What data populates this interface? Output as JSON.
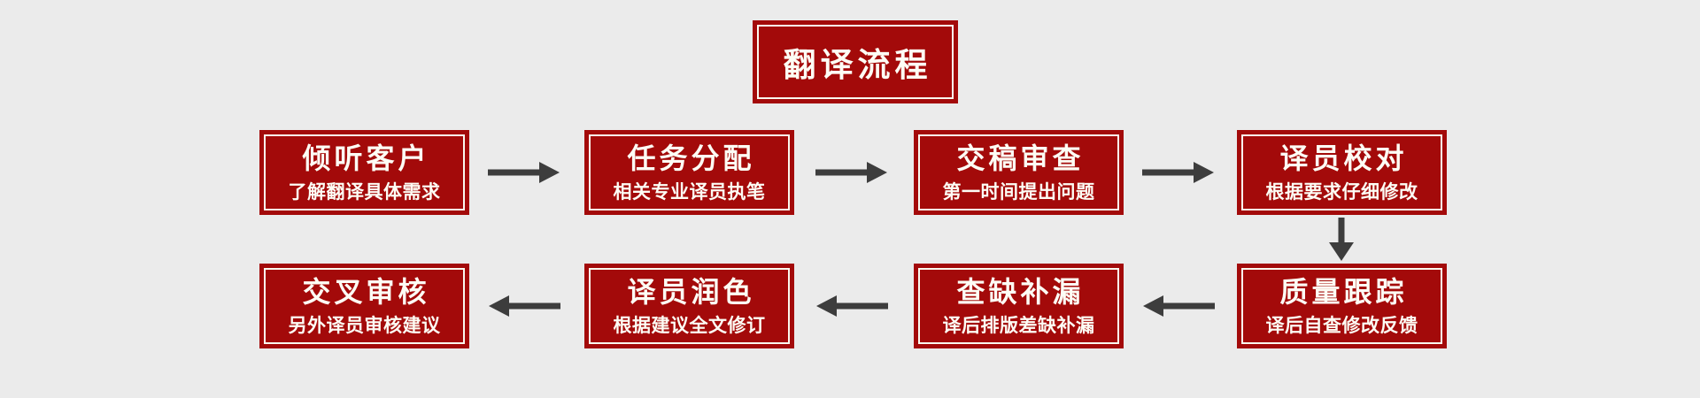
{
  "page": {
    "background": "#ebebeb"
  },
  "colors": {
    "box_red": "#a30a0a",
    "inner_border_white": "#faf8ef",
    "text_white": "#fdfdf5",
    "arrow_gray": "#3d3d3d"
  },
  "title": {
    "label": "翻译流程"
  },
  "steps": [
    {
      "title": "倾听客户",
      "subtitle": "了解翻译具体需求"
    },
    {
      "title": "任务分配",
      "subtitle": "相关专业译员执笔"
    },
    {
      "title": "交稿审查",
      "subtitle": "第一时间提出问题"
    },
    {
      "title": "译员校对",
      "subtitle": "根据要求仔细修改"
    },
    {
      "title": "质量跟踪",
      "subtitle": "译后自查修改反馈"
    },
    {
      "title": "查缺补漏",
      "subtitle": "译后排版差缺补漏"
    },
    {
      "title": "译员润色",
      "subtitle": "根据建议全文修订"
    },
    {
      "title": "交叉审核",
      "subtitle": "另外译员审核建议"
    }
  ],
  "arrows": {
    "row1_direction": "right",
    "row2_direction": "left",
    "connector_direction": "down"
  }
}
